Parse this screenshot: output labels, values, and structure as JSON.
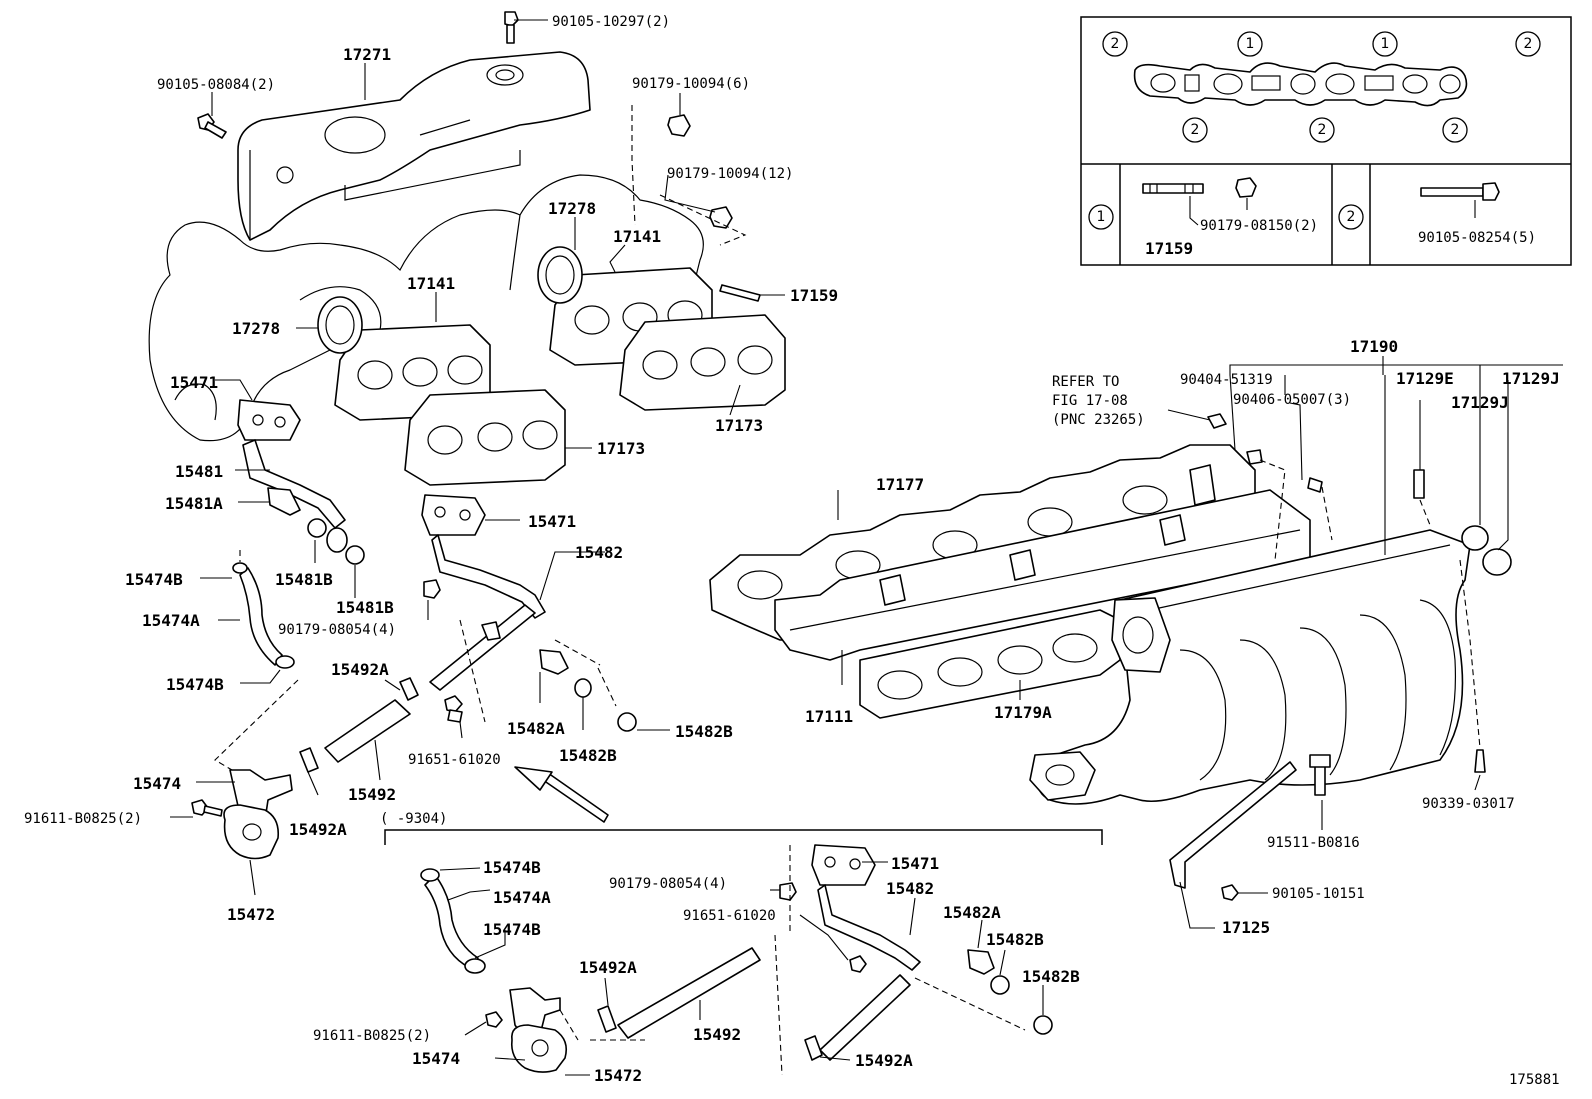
{
  "labels": {
    "l_17271": "17271",
    "l_90105_10297": "90105-10297(2)",
    "l_90105_08084": "90105-08084(2)",
    "l_90179_10094_6": "90179-10094(6)",
    "l_90179_10094_12": "90179-10094(12)",
    "l_17278_a": "17278",
    "l_17141_a": "17141",
    "l_17159": "17159",
    "l_17278_b": "17278",
    "l_17141_b": "17141",
    "l_17173_a": "17173",
    "l_17173_b": "17173",
    "l_15471_a": "15471",
    "l_15481": "15481",
    "l_15481A": "15481A",
    "l_15474B_a": "15474B",
    "l_15481B_a": "15481B",
    "l_15481B_b": "15481B",
    "l_15474A_a": "15474A",
    "l_90179_08054_a": "90179-08054(4)",
    "l_15474B_b": "15474B",
    "l_15471_b": "15471",
    "l_15482_a": "15482",
    "l_15492A_a": "15492A",
    "l_15482A_a": "15482A",
    "l_15482B_a": "15482B",
    "l_15482B_b": "15482B",
    "l_91651_61020_a": "91651-61020",
    "l_15492_a": "15492",
    "l_15474_a": "15474",
    "l_91611_B0825_a": "91611-B0825(2)",
    "l_15492A_b": "15492A",
    "l_15472_a": "15472",
    "l_9304": "(      -9304)",
    "l_15474B_c": "15474B",
    "l_15474A_b": "15474A",
    "l_15474B_d": "15474B",
    "l_90179_08054_b": "90179-08054(4)",
    "l_91651_61020_b": "91651-61020",
    "l_15471_c": "15471",
    "l_15482_b": "15482",
    "l_15482A_b": "15482A",
    "l_15482B_c": "15482B",
    "l_15482B_d": "15482B",
    "l_15492A_c": "15492A",
    "l_15492_b": "15492",
    "l_91611_B0825_b": "91611-B0825(2)",
    "l_15474_b": "15474",
    "l_15472_b": "15472",
    "l_15492A_d": "15492A",
    "l_17190": "17190",
    "l_refer1": "REFER TO",
    "l_refer2": "FIG 17-08",
    "l_refer3": "(PNC 23265)",
    "l_90404_51319": "90404-51319",
    "l_90406_05007": "90406-05007(3)",
    "l_17129E": "17129E",
    "l_17129J_a": "17129J",
    "l_17129J_b": "17129J",
    "l_17177": "17177",
    "l_17111": "17111",
    "l_17179A": "17179A",
    "l_90339_03017": "90339-03017",
    "l_91511_B0816": "91511-B0816",
    "l_90105_10151": "90105-10151",
    "l_17125": "17125",
    "l_90179_08150": "90179-08150(2)",
    "l_17159_box": "17159",
    "l_90105_08254": "90105-08254(5)",
    "l_ref_no": "175881"
  },
  "inset": {
    "marker_1": "1",
    "marker_2": "2"
  }
}
